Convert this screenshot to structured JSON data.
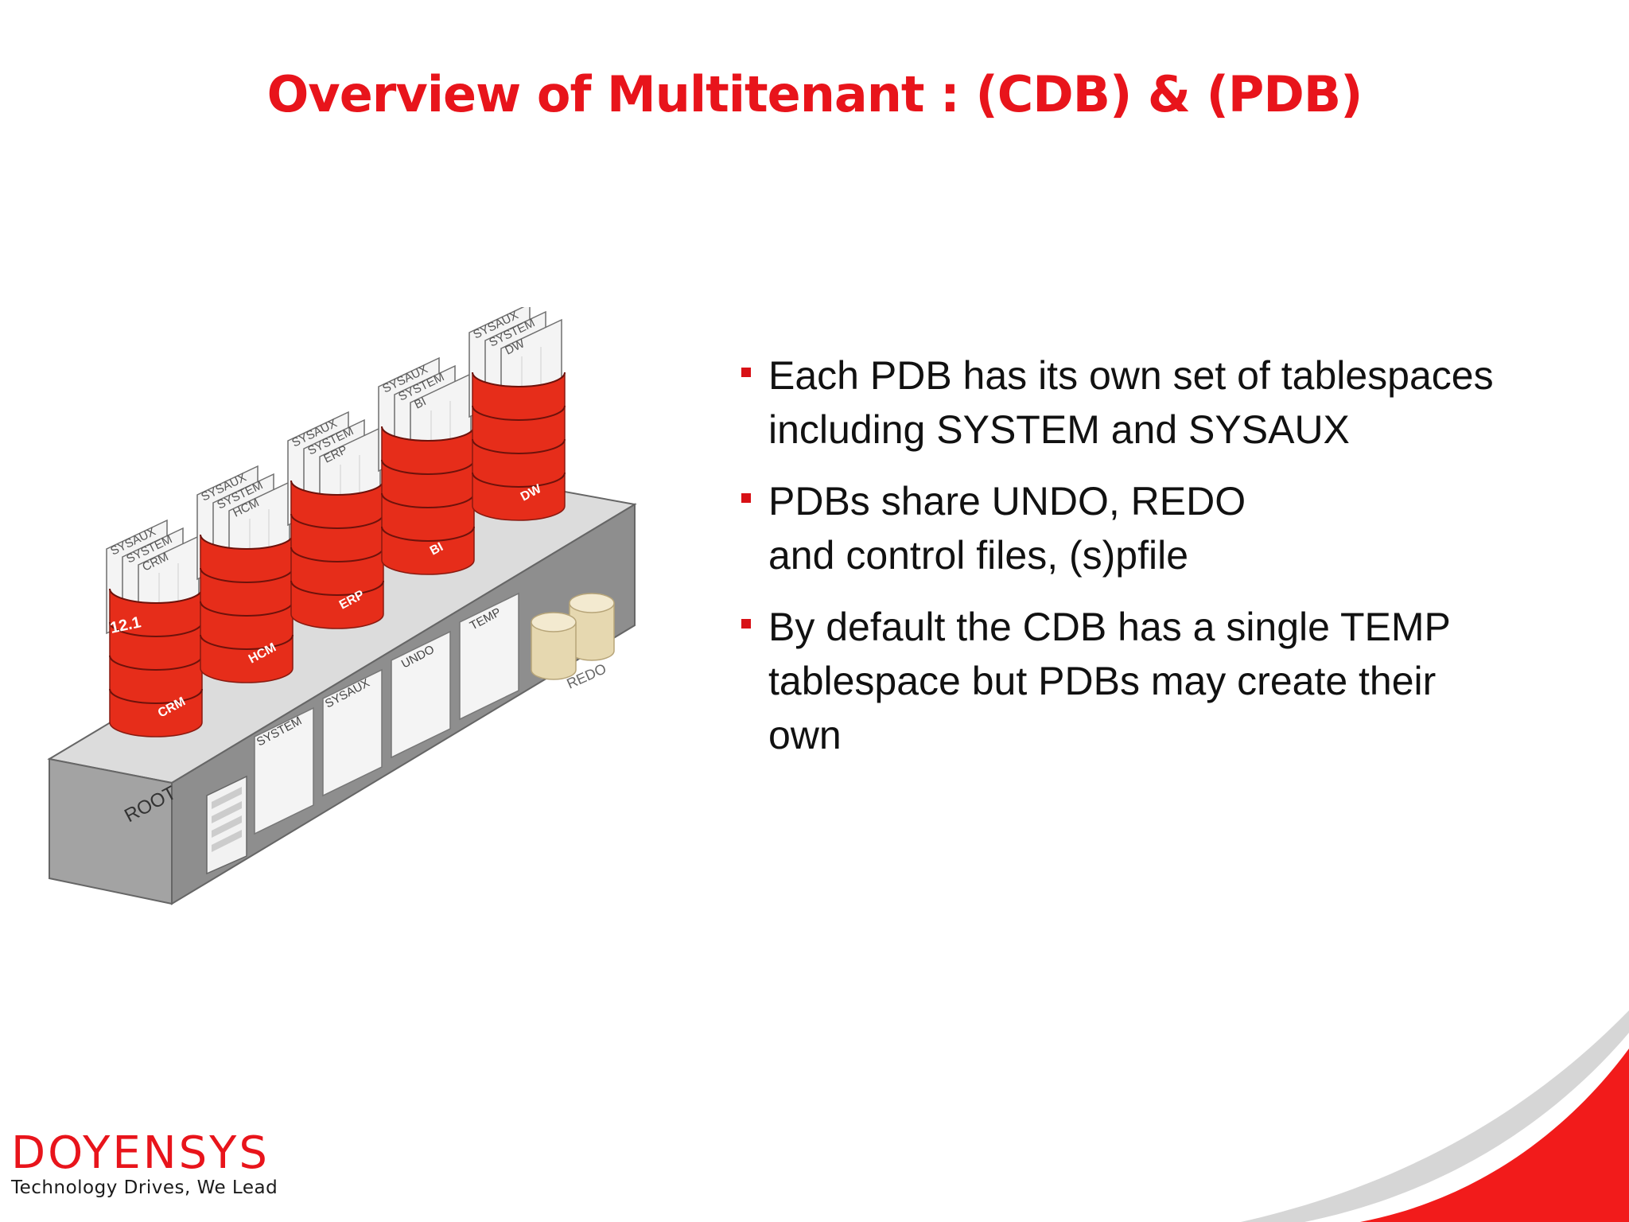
{
  "title": "Overview of Multitenant : (CDB) & (PDB)",
  "diagram": {
    "pdbs": [
      {
        "name": "CRM",
        "files": [
          "SYSAUX",
          "SYSTEM",
          "CRM"
        ]
      },
      {
        "name": "HCM",
        "files": [
          "SYSAUX",
          "SYSTEM",
          "HCM"
        ]
      },
      {
        "name": "ERP",
        "files": [
          "SYSAUX",
          "SYSTEM",
          "ERP"
        ]
      },
      {
        "name": "BI",
        "files": [
          "SYSAUX",
          "SYSTEM",
          "BI"
        ]
      },
      {
        "name": "DW",
        "files": [
          "SYSAUX",
          "SYSTEM",
          "DW"
        ]
      }
    ],
    "version_label": "12.1",
    "root_label": "ROOT",
    "root_files": [
      "SYSTEM",
      "SYSAUX",
      "UNDO",
      "TEMP"
    ],
    "redo_label": "REDO",
    "colors": {
      "cylinder": "#e62d1a",
      "root": "#a8a8a8",
      "redo": "#e6d8b0"
    }
  },
  "bullets": [
    {
      "lines": [
        "Each PDB has its own set of tablespaces",
        "including SYSTEM and SYSAUX"
      ]
    },
    {
      "lines": [
        "PDBs share UNDO, REDO",
        "and control files, (s)pfile"
      ]
    },
    {
      "lines": [
        "By default the CDB has a single TEMP",
        "tablespace but PDBs may create their",
        "own"
      ]
    }
  ],
  "logo": {
    "name": "DOYENSYS",
    "tagline": "Technology Drives, We Lead"
  },
  "colors": {
    "accent": "#e8141b",
    "bullet": "#d81116"
  }
}
